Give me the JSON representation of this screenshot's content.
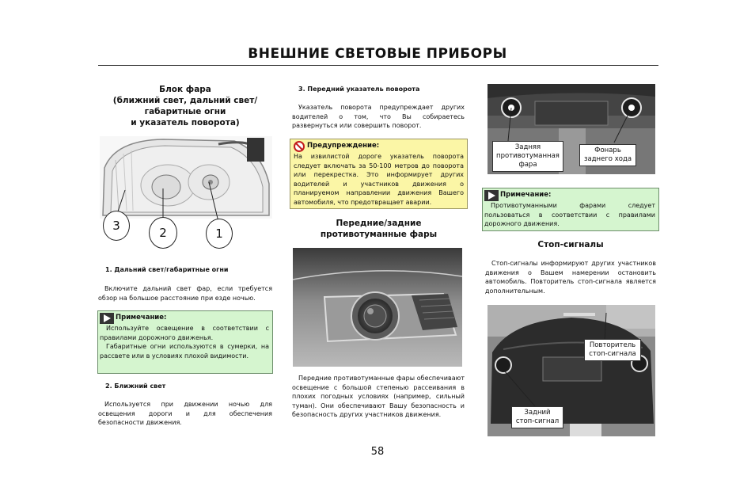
{
  "page": {
    "title": "ВНЕШНИЕ СВЕТОВЫЕ ПРИБОРЫ",
    "page_number": "58"
  },
  "col1": {
    "section_title_lines": [
      "Блок фара",
      "(ближний свет, дальний свет/",
      "габаритные огни",
      "и указатель поворота)"
    ],
    "callout_numbers": [
      "3",
      "2",
      "1"
    ],
    "item1_heading": "1. Дальний свет/габаритные огни",
    "item1_text": "Включите дальний свет фар, если требуется обзор на большое расстояние при езде ночью.",
    "note_heading": "Примечание:",
    "note_line1": "Используйте освещение в соответствии с правилами дорожного движенья.",
    "note_line2": "Габаритные огни используются в сумерки, на рассвете или в условиях плохой видимости.",
    "item2_heading": "2. Ближний свет",
    "item2_text": "Используется при движении ночью для освещения дороги и для обеспечения безопасности движения."
  },
  "col2": {
    "item3_heading": "3. Передний указатель поворота",
    "item3_text": "Указатель поворота предупреждает других водителей о том, что Вы собираетесь развернуться или совершить поворот.",
    "warning_heading": "Предупреждение:",
    "warning_text": "На извилистой дороге указатель поворота следует включать за 50-100 метров до поворота или перекрестка. Это информирует других водителей и участников движения о планируемом направлении движения Вашего автомобиля, что предотвращает аварии.",
    "fog_title_lines": [
      "Передние/задние",
      "противотуманные фары"
    ],
    "fog_text": "Передние противотуманные фары обеспечивают освещение с большой степенью рассеивания в плохих погодных условиях (например, сильный туман). Они обеспечивают Вашу безопасность и безопасность других участников движения."
  },
  "col3": {
    "callout_rear_fog": "Задняя противотуманная фара",
    "callout_reverse": "Фонарь заднего хода",
    "note_heading": "Примечание:",
    "note_text": "Противотуманными фарами следует пользоваться в соответствии с правилами дорожного движения.",
    "stop_title": "Стоп-сигналы",
    "stop_text": "Стоп-сигналы информируют других участников движения о Вашем намерении остановить автомобиль. Повторитель стоп-сигнала является дополнительным.",
    "callout_repeater": "Повторитель стоп-сигнала",
    "callout_rear_stop": "Задний стоп-сигнал"
  }
}
